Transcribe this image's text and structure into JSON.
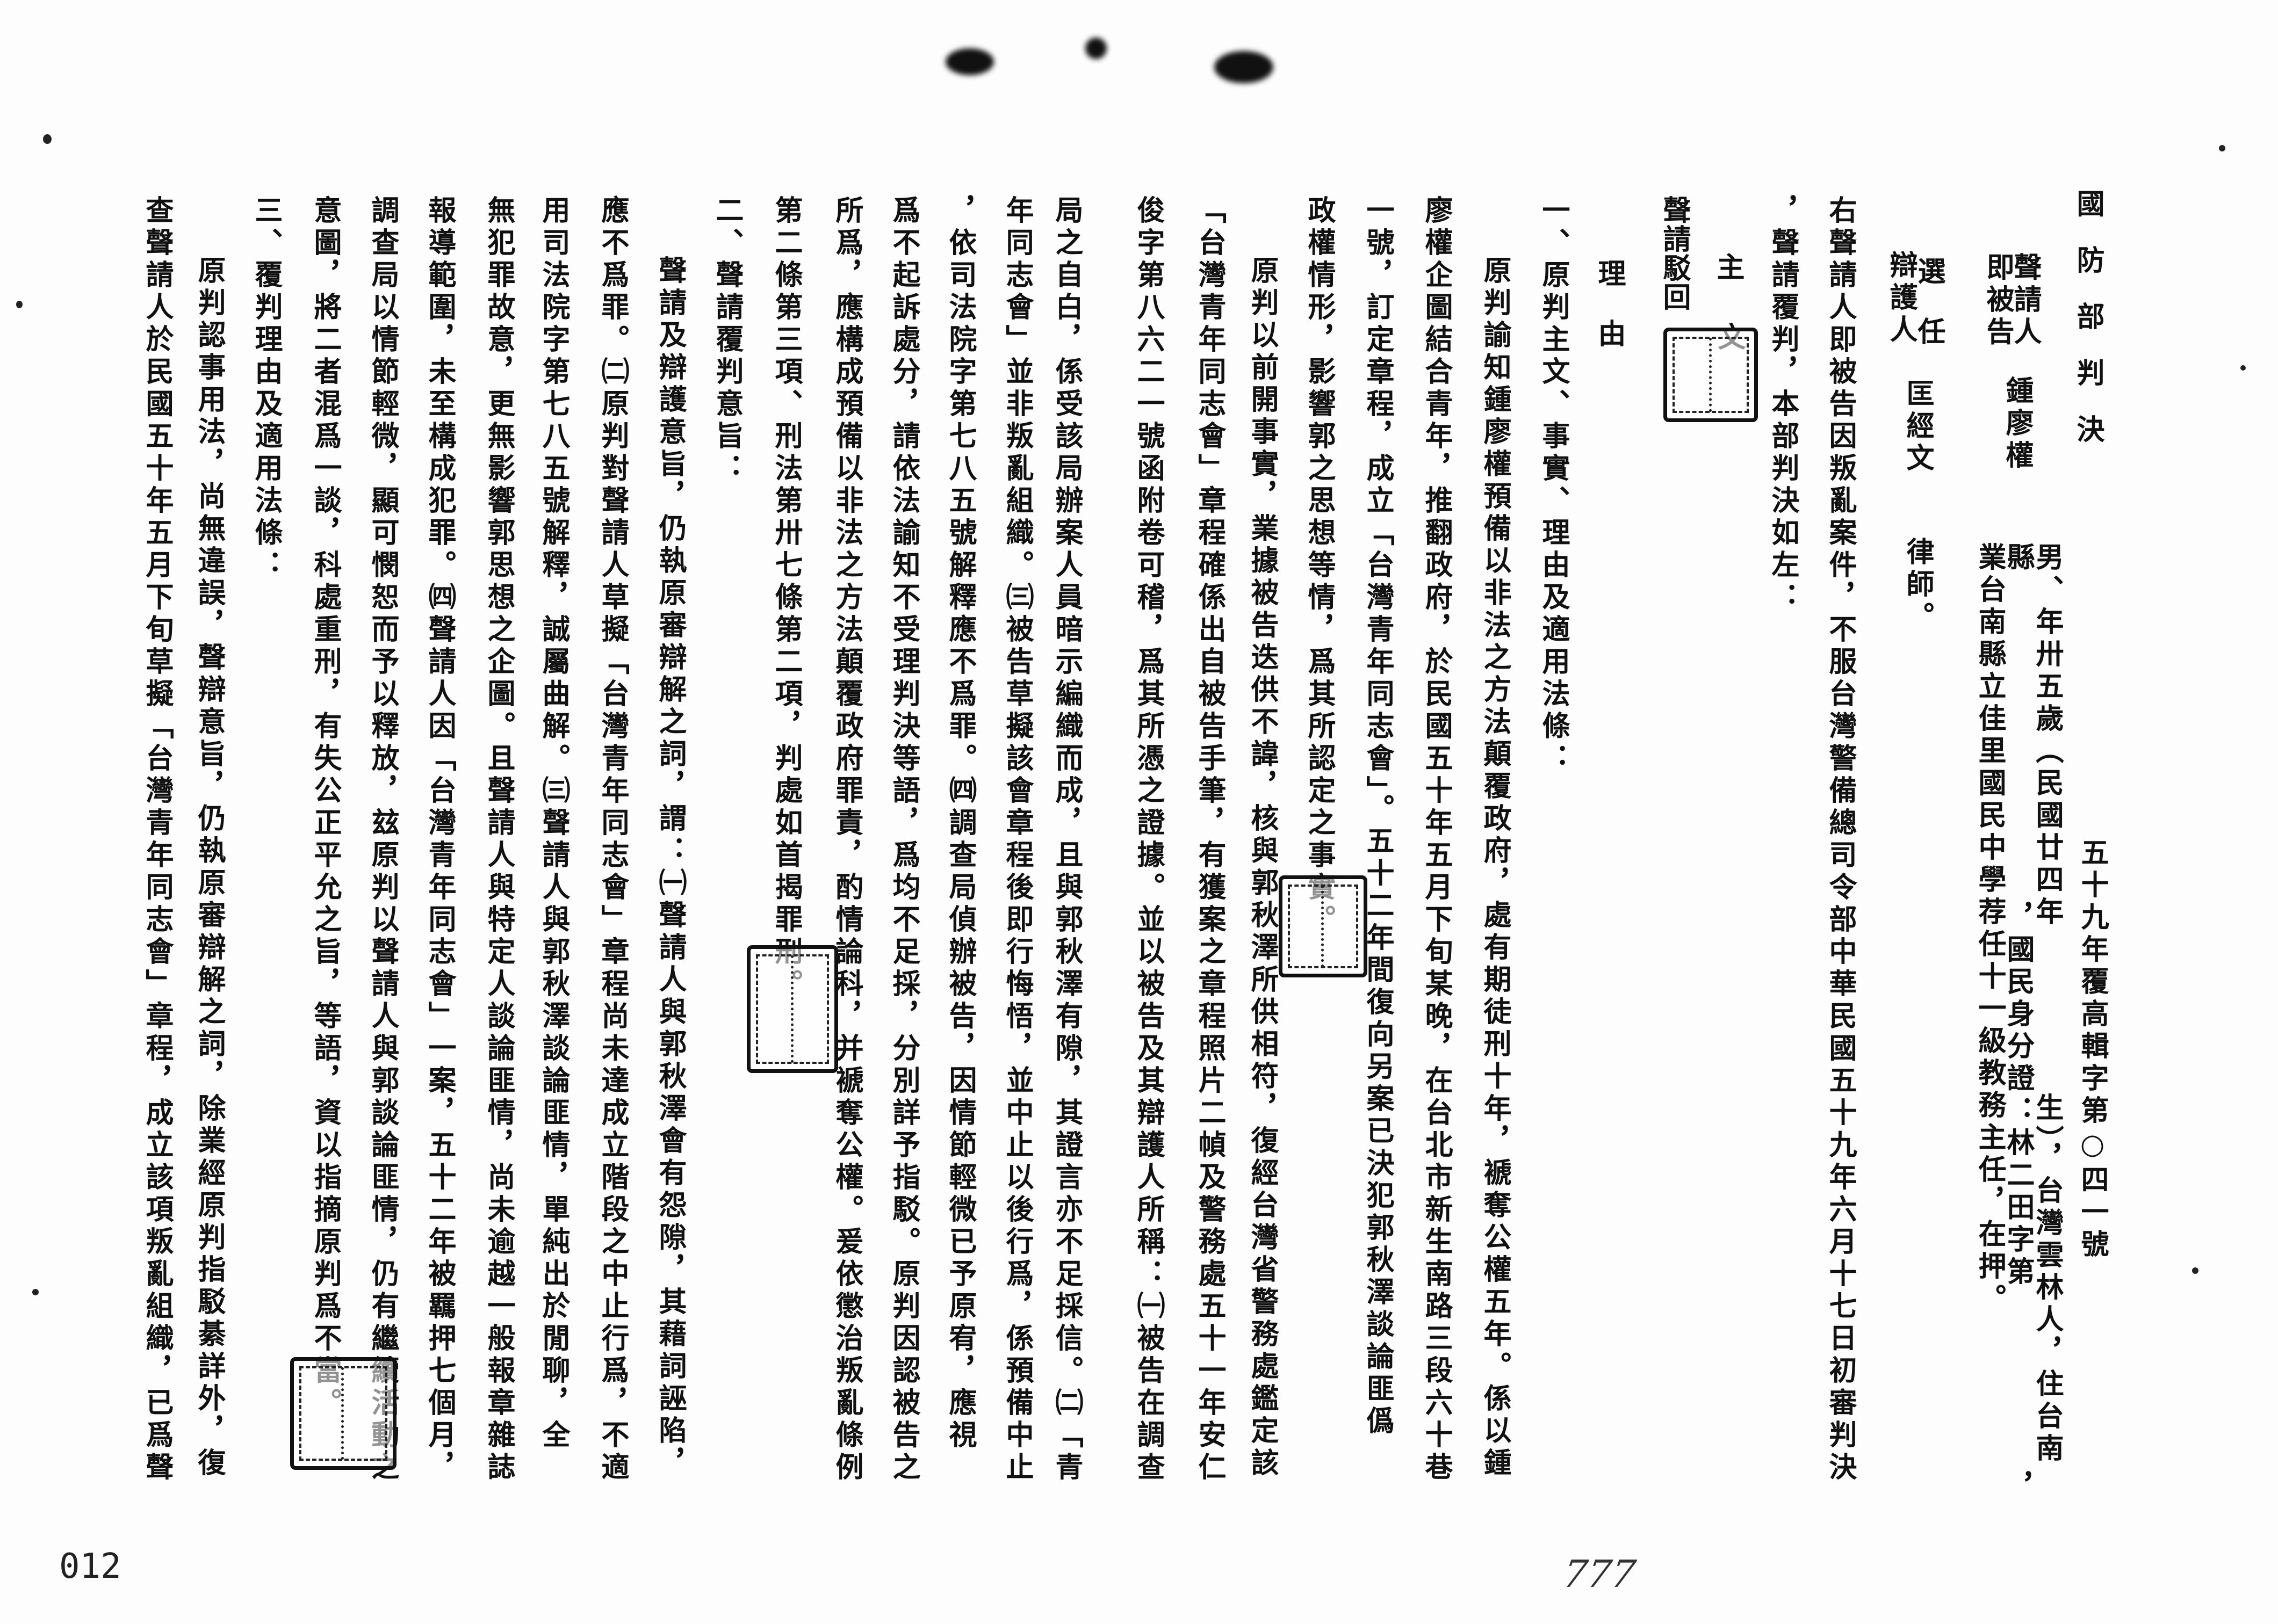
{
  "header": {
    "title": "國防部判決",
    "case_number": "五十九年覆高輯字第○四一號"
  },
  "parties": {
    "applicant_label_1": "聲請人",
    "applicant_label_2": "即被告",
    "applicant_name": "鍾廖權",
    "applicant_info": [
      "男、年卅五歲（民國廿四年",
      "生），台灣雲林人，住台南",
      "縣",
      "，國民身分證：林二田字第",
      "，",
      "業台南縣立佳里國民中學荐任十一級教務主任，在押。"
    ],
    "counsel_label_1": "選任",
    "counsel_label_2": "辯護人",
    "counsel_name": "匡經文",
    "counsel_title": "律師。"
  },
  "preamble": [
    "右聲請人即被告因叛亂案件，不服台灣警備總司令部中華民國五十九年六月十七日初審判決",
    "，聲請覆判，本部判決如左："
  ],
  "main_text": {
    "label_1": "主",
    "label_2": "文",
    "ruling": "聲請駁回",
    "reasons_label_1": "理",
    "reasons_label_2": "由"
  },
  "body_columns": [
    "一、原判主文、事實、理由及適用法條：",
    "原判諭知鍾廖權預備以非法之方法顛覆政府，處有期徒刑十年，褫奪公權五年。係以鍾",
    "廖權企圖結合青年，推翻政府，於民國五十年五月下旬某晚，在台北市新生南路三段六十巷",
    "一號，訂定章程，成立「台灣青年同志會」。五十二年間復向另案已決犯郭秋澤談論匪僞",
    "政權情形，影響郭之思想等情，爲其所認定之事實。",
    "原判以前開事實，業據被告迭供不諱，核與郭秋澤所供相符，復經台灣省警務處鑑定該",
    "「台灣青年同志會」章程確係出自被告手筆，有獲案之章程照片二幀及警務處五十一年安仁",
    "俊字第八六二一號函附卷可稽，爲其所憑之證據。並以被告及其辯護人所稱：㈠被告在調查",
    "局之自白，係受該局辦案人員暗示編織而成，且與郭秋澤有隙，其證言亦不足採信。㈡「青",
    "年同志會」並非叛亂組織。㈢被告草擬該會章程後即行悔悟，並中止以後行爲，係預備中止",
    "，依司法院字第七八五號解釋應不爲罪。㈣調查局偵辦被告，因情節輕微已予原宥，應視",
    "爲不起訴處分，請依法諭知不受理判決等語，爲均不足採，分別詳予指駁。原判因認被告之",
    "所爲，應構成預備以非法之方法顛覆政府罪責，酌情論科，并褫奪公權。爰依懲治叛亂條例",
    "第二條第三項、刑法第卅七條第二項，判處如首揭罪刑。",
    "二、聲請覆判意旨：",
    "聲請及辯護意旨，仍執原審辯解之詞，謂：㈠聲請人與郭秋澤會有怨隙，其藉詞誣陷，",
    "應不爲罪。㈡原判對聲請人草擬「台灣青年同志會」章程尚未達成立階段之中止行爲，不適",
    "用司法院字第七八五號解釋，誠屬曲解。㈢聲請人與郭秋澤談論匪情，單純出於閒聊，全",
    "無犯罪故意，更無影響郭思想之企圖。且聲請人與特定人談論匪情，尚未逾越一般報章雜誌",
    "報導範圍，未至構成犯罪。㈣聲請人因「台灣青年同志會」一案，五十二年被羈押七個月，",
    "調查局以情節輕微，顯可憫恕而予以釋放，玆原判以聲請人與郭談論匪情，仍有繼續活動之",
    "意圖，將二者混爲一談，科處重刑，有失公正平允之旨，等語，資以指摘原判爲不當。",
    "三、覆判理由及適用法條：",
    "原判認事用法，尚無違誤，聲辯意旨，仍執原審辯解之詞，除業經原判指駁綦詳外，復",
    "查聲請人於民國五十年五月下旬草擬「台灣青年同志會」章程，成立該項叛亂組織，已爲聲"
  ],
  "footer": {
    "page_number": "012",
    "handwritten_mark": "777"
  }
}
